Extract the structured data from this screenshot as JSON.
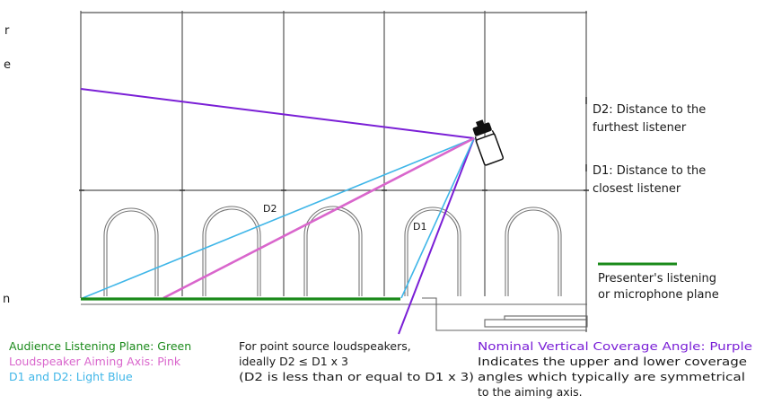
{
  "labels": {
    "edge_left_1": "r",
    "edge_left_2": "e",
    "edge_left_3": "n",
    "d2_diagram": "D2",
    "d1_diagram": "D1"
  },
  "side_notes": {
    "d2_line1": "D2: Distance to the",
    "d2_line2": "furthest listener",
    "d1_line1": "D1: Distance to the",
    "d1_line2": "closest listener",
    "presenter_line1": "Presenter's listening",
    "presenter_line2": "or microphone plane"
  },
  "captions": {
    "left": {
      "line1": "Audience Listening Plane: Green",
      "line2": "Loudspeaker Aiming Axis: Pink",
      "line3": "D1 and D2: Light Blue"
    },
    "middle": {
      "line1": "For point source loudspeakers,",
      "line2": "ideally D2 ≤ D1 x 3",
      "line3": "(D2 is less than or equal to D1 x 3)"
    },
    "right": {
      "line1": "Nominal Vertical Coverage Angle: Purple",
      "line2": "Indicates the upper and lower coverage",
      "line3": "angles which typically are symmetrical",
      "line4": "to the aiming axis."
    }
  },
  "colors": {
    "green": "#1a8a1a",
    "pink": "#d966cc",
    "light_blue": "#3fb6e8",
    "purple": "#7a1fd6",
    "grid": "#555555",
    "text": "#1a1a1a"
  },
  "icons": {
    "loudspeaker": "loudspeaker-icon"
  }
}
